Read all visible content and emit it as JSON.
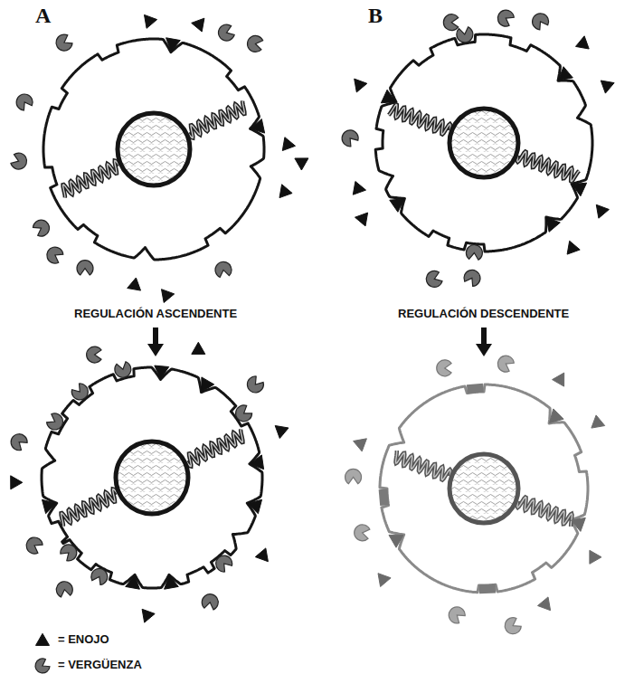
{
  "diagram": {
    "labels": [
      "A",
      "B",
      "REGULACIÓN ASCENDENTE",
      "REGULACIÓN DESCENDENTE"
    ],
    "legend": [
      {
        "text": "= ENOJO"
      },
      {
        "text": "= VERGÜENZA"
      }
    ]
  }
}
